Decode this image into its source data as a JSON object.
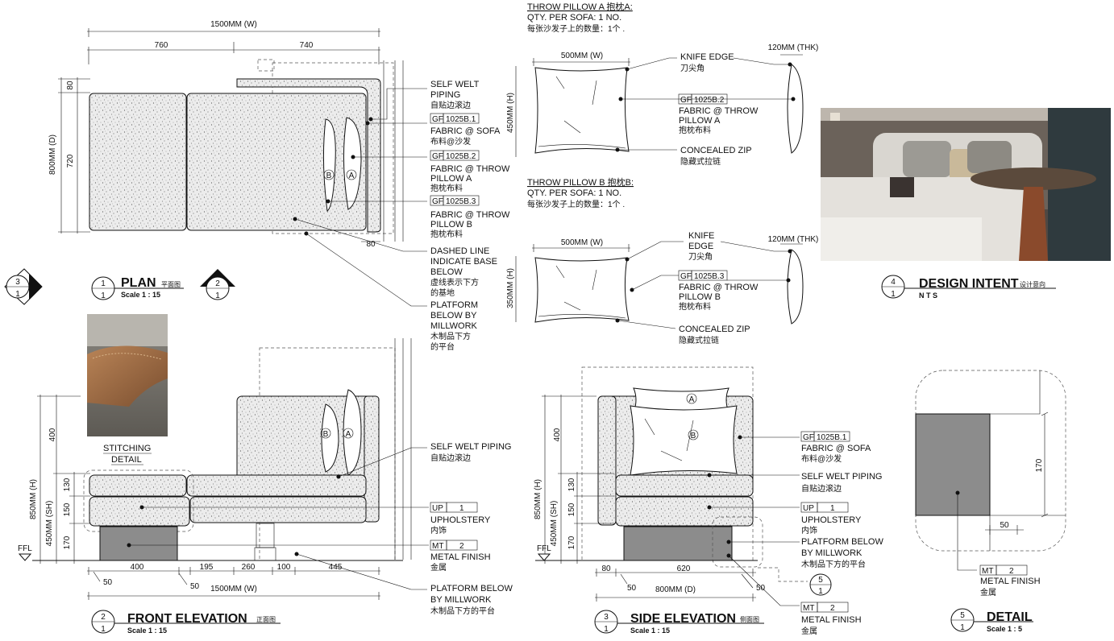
{
  "plan": {
    "dim_overall": "1500MM (W)",
    "dim_left": "760",
    "dim_right": "740",
    "dim_depth": "800MM (D)",
    "dim_back": "80",
    "dim_seat": "720",
    "dim_gap": "80",
    "pillow_a": "A",
    "pillow_b": "B",
    "notes": {
      "welt_1": "SELF WELT",
      "welt_2": "PIPING",
      "welt_cn": "自贴边滚边",
      "fab_sofa_tag": "GF",
      "fab_sofa_code": "1025B.1",
      "fab_sofa_1": "FABRIC @ SOFA",
      "fab_sofa_cn": "布料@沙发",
      "fab_a_tag": "GF",
      "fab_a_code": "1025B.2",
      "fab_a_1": "FABRIC @ THROW",
      "fab_a_2": "PILLOW A",
      "fab_a_cn": "抱枕布料",
      "fab_b_tag": "GF",
      "fab_b_code": "1025B.3",
      "fab_b_1": "FABRIC @ THROW",
      "fab_b_2": "PILLOW B",
      "fab_b_cn": "抱枕布料",
      "dashed_1": "DASHED LINE",
      "dashed_2": "INDICATE BASE",
      "dashed_3": "BELOW",
      "dashed_cn1": "虚线表示下方",
      "dashed_cn2": "的基地",
      "plat_1": "PLATFORM",
      "plat_2": "BELOW BY",
      "plat_3": "MILLWORK",
      "plat_cn1": "木制品下方",
      "plat_cn2": "的平台"
    },
    "title": "PLAN",
    "title_cn": "平面图",
    "scale": "Scale 1 : 15",
    "bubble_top": "1",
    "bubble_bottom": "1",
    "marker_left_top": "3",
    "marker_left_bottom": "1",
    "marker_right_top": "2",
    "marker_right_bottom": "1"
  },
  "pillow_a": {
    "heading": "THROW PILLOW A 抱枕A:",
    "qty": "QTY. PER SOFA: 1 NO.",
    "qty_cn": "每张沙发子上的数量：1个 .",
    "width": "500MM (W)",
    "height": "450MM (H)",
    "thk": "120MM (THK)",
    "knife": "KNIFE EDGE",
    "knife_cn": "刀尖角",
    "fab_tag": "GF",
    "fab_code": "1025B.2",
    "fab_1": "FABRIC @ THROW",
    "fab_2": "PILLOW A",
    "fab_cn": "抱枕布料",
    "zip": "CONCEALED ZIP",
    "zip_cn": "隐藏式拉链"
  },
  "pillow_b": {
    "heading": "THROW PILLOW B 抱枕B:",
    "qty": "QTY. PER SOFA: 1 NO.",
    "qty_cn": "每张沙发子上的数量：1个 .",
    "width": "500MM (W)",
    "height": "350MM (H)",
    "thk": "120MM (THK)",
    "knife_1": "KNIFE",
    "knife_2": "EDGE",
    "knife_cn": "刀尖角",
    "fab_tag": "GF",
    "fab_code": "1025B.3",
    "fab_1": "FABRIC @ THROW",
    "fab_2": "PILLOW B",
    "fab_cn": "抱枕布料",
    "zip": "CONCEALED ZIP",
    "zip_cn": "隐藏式拉链"
  },
  "design_intent": {
    "title": "DESIGN INTENT",
    "title_cn": "设计意向",
    "scale": "N T S",
    "bubble_top": "4",
    "bubble_bottom": "1"
  },
  "stitching": {
    "line1": "STITCHING",
    "line2": "DETAIL"
  },
  "front": {
    "dim_850": "850MM (H)",
    "dim_450": "450MM (SH)",
    "dim_400": "400",
    "dim_130": "130",
    "dim_150": "150",
    "dim_170": "170",
    "ffl": "FFL",
    "dims_bottom": [
      "400",
      "195",
      "260",
      "100",
      "445"
    ],
    "dim_50a": "50",
    "dim_50b": "50",
    "dim_overall": "1500MM (W)",
    "pillow_b": "B",
    "pillow_a": "A",
    "welt": "SELF WELT PIPING",
    "welt_cn": "自贴边滚边",
    "up_tag": "UP",
    "up_num": "1",
    "up": "UPHOLSTERY",
    "up_cn": "内饰",
    "mt_tag": "MT",
    "mt_num": "2",
    "mt": "METAL FINISH",
    "mt_cn": "金属",
    "plat_1": "PLATFORM BELOW",
    "plat_2": "BY MILLWORK",
    "plat_cn": "木制品下方的平台",
    "title": "FRONT ELEVATION",
    "title_cn": "正面图",
    "scale": "Scale 1 : 15",
    "bubble_top": "2",
    "bubble_bottom": "1"
  },
  "side": {
    "dim_850": "850MM (H)",
    "dim_450": "450MM (SH)",
    "dim_400": "400",
    "dim_130": "130",
    "dim_150": "150",
    "dim_170": "170",
    "ffl": "FFL",
    "dim_80": "80",
    "dim_620": "620",
    "dim_50a": "50",
    "dim_50b": "50",
    "dim_depth": "800MM (D)",
    "pillow_a": "A",
    "pillow_b": "B",
    "fab_tag": "GF",
    "fab_code": "1025B.1",
    "fab": "FABRIC @ SOFA",
    "fab_cn": "布料@沙发",
    "welt": "SELF WELT PIPING",
    "welt_cn": "自贴边滚边",
    "up_tag": "UP",
    "up_num": "1",
    "up": "UPHOLSTERY",
    "up_cn": "内饰",
    "plat_1": "PLATFORM BELOW",
    "plat_2": "BY MILLWORK",
    "plat_cn": "木制品下方的平台",
    "mt_tag": "MT",
    "mt_num": "2",
    "mt": "METAL FINISH",
    "mt_cn": "金属",
    "callout_top": "5",
    "callout_bottom": "1",
    "title": "SIDE ELEVATION",
    "title_cn": "侧面图",
    "scale": "Scale 1 : 15",
    "bubble_top": "3",
    "bubble_bottom": "1"
  },
  "detail": {
    "dim_170": "170",
    "dim_50": "50",
    "mt_tag": "MT",
    "mt_num": "2",
    "mt": "METAL FINISH",
    "mt_cn": "金属",
    "title": "DETAIL",
    "scale": "Scale 1 : 5",
    "bubble_top": "5",
    "bubble_bottom": "1"
  },
  "colors": {
    "line": "#111111",
    "metal": "#8c8c8c",
    "leather": "#9a6a44",
    "photo_wall": "#5a524c"
  }
}
